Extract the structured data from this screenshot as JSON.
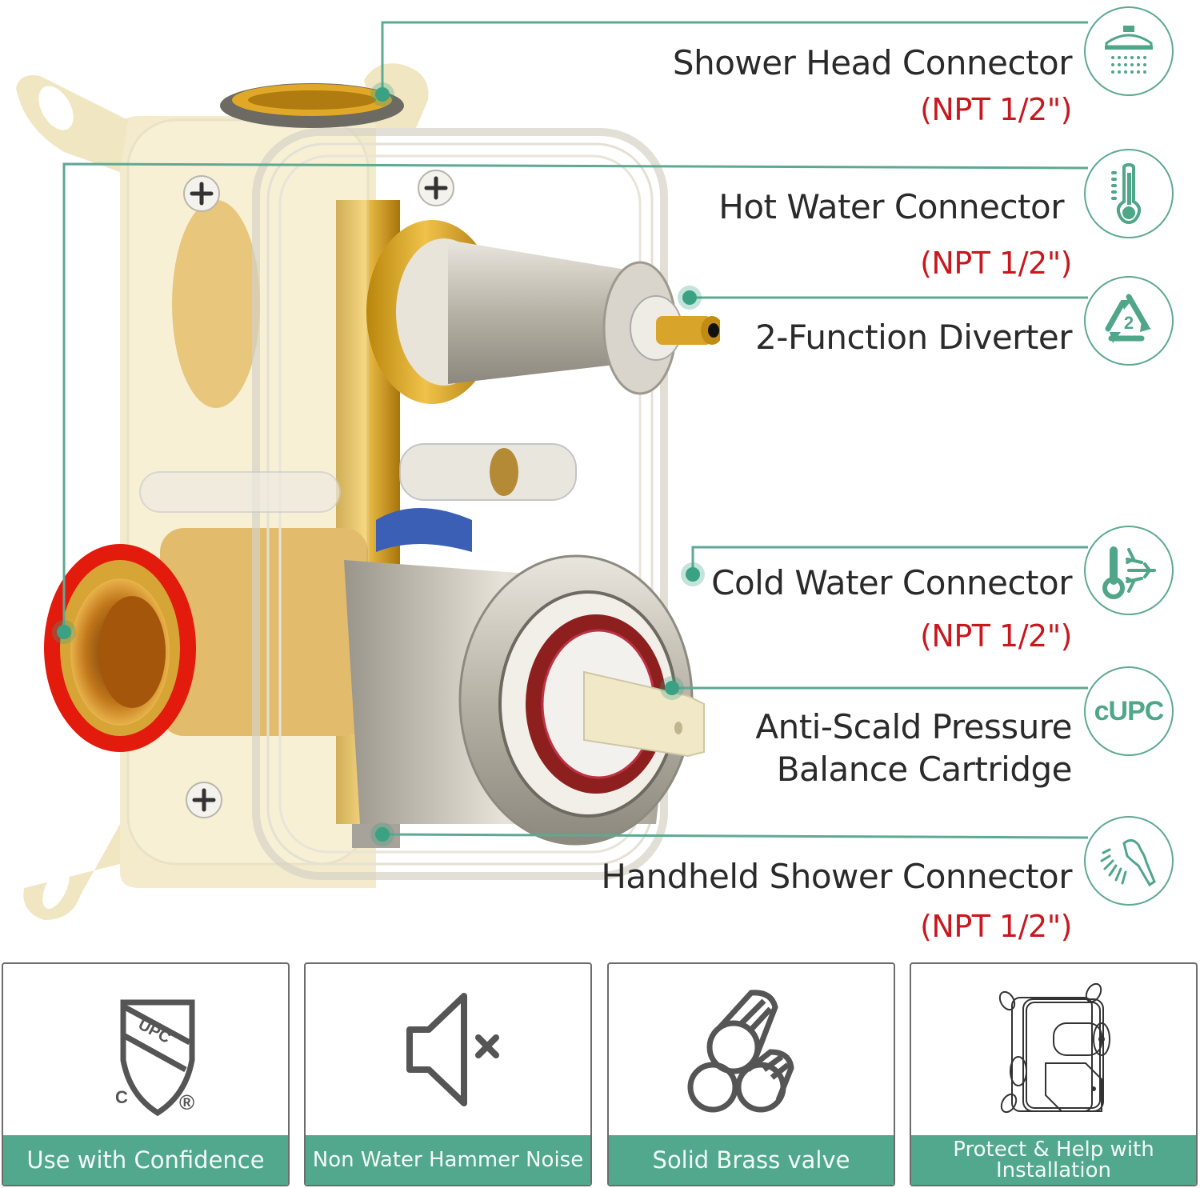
{
  "colors": {
    "accent_teal": "#52a88c",
    "callout_line": "#5ea992",
    "spec_red": "#c8181e",
    "label_text": "#2a2a2a",
    "card_border": "#6c6c6c",
    "icon_gray": "#555555"
  },
  "callouts": [
    {
      "name": "Shower Head Connector",
      "spec": "(NPT 1/2\")",
      "icon": "shower-head-icon"
    },
    {
      "name": "Hot Water Connector",
      "spec": "(NPT 1/2\")",
      "icon": "thermometer-hot-icon"
    },
    {
      "name": "2-Function Diverter",
      "spec": "",
      "icon": "recycle-2-icon",
      "icon_text": "2"
    },
    {
      "name": "Cold Water Connector",
      "spec": "(NPT 1/2\")",
      "icon": "thermometer-cold-snowflake-icon"
    },
    {
      "name_line1": "Anti-Scald Pressure",
      "name_line2": "Balance Cartridge",
      "spec": "",
      "icon": "cupc-icon",
      "icon_text": "cUPC"
    },
    {
      "name": "Handheld Shower Connector",
      "spec": "(NPT 1/2\")",
      "icon": "handheld-shower-icon"
    }
  ],
  "features": [
    {
      "caption": "Use with Confidence",
      "icon": "upc-shield-icon",
      "shield_text": "UPC",
      "left_mark": "C",
      "right_mark": "®"
    },
    {
      "caption": "Non Water Hammer Noise",
      "icon": "speaker-mute-icon"
    },
    {
      "caption": "Solid Brass valve",
      "icon": "brass-pipes-icon"
    },
    {
      "caption": "Protect & Help with Installation",
      "icon": "valve-box-outline-icon"
    }
  ]
}
